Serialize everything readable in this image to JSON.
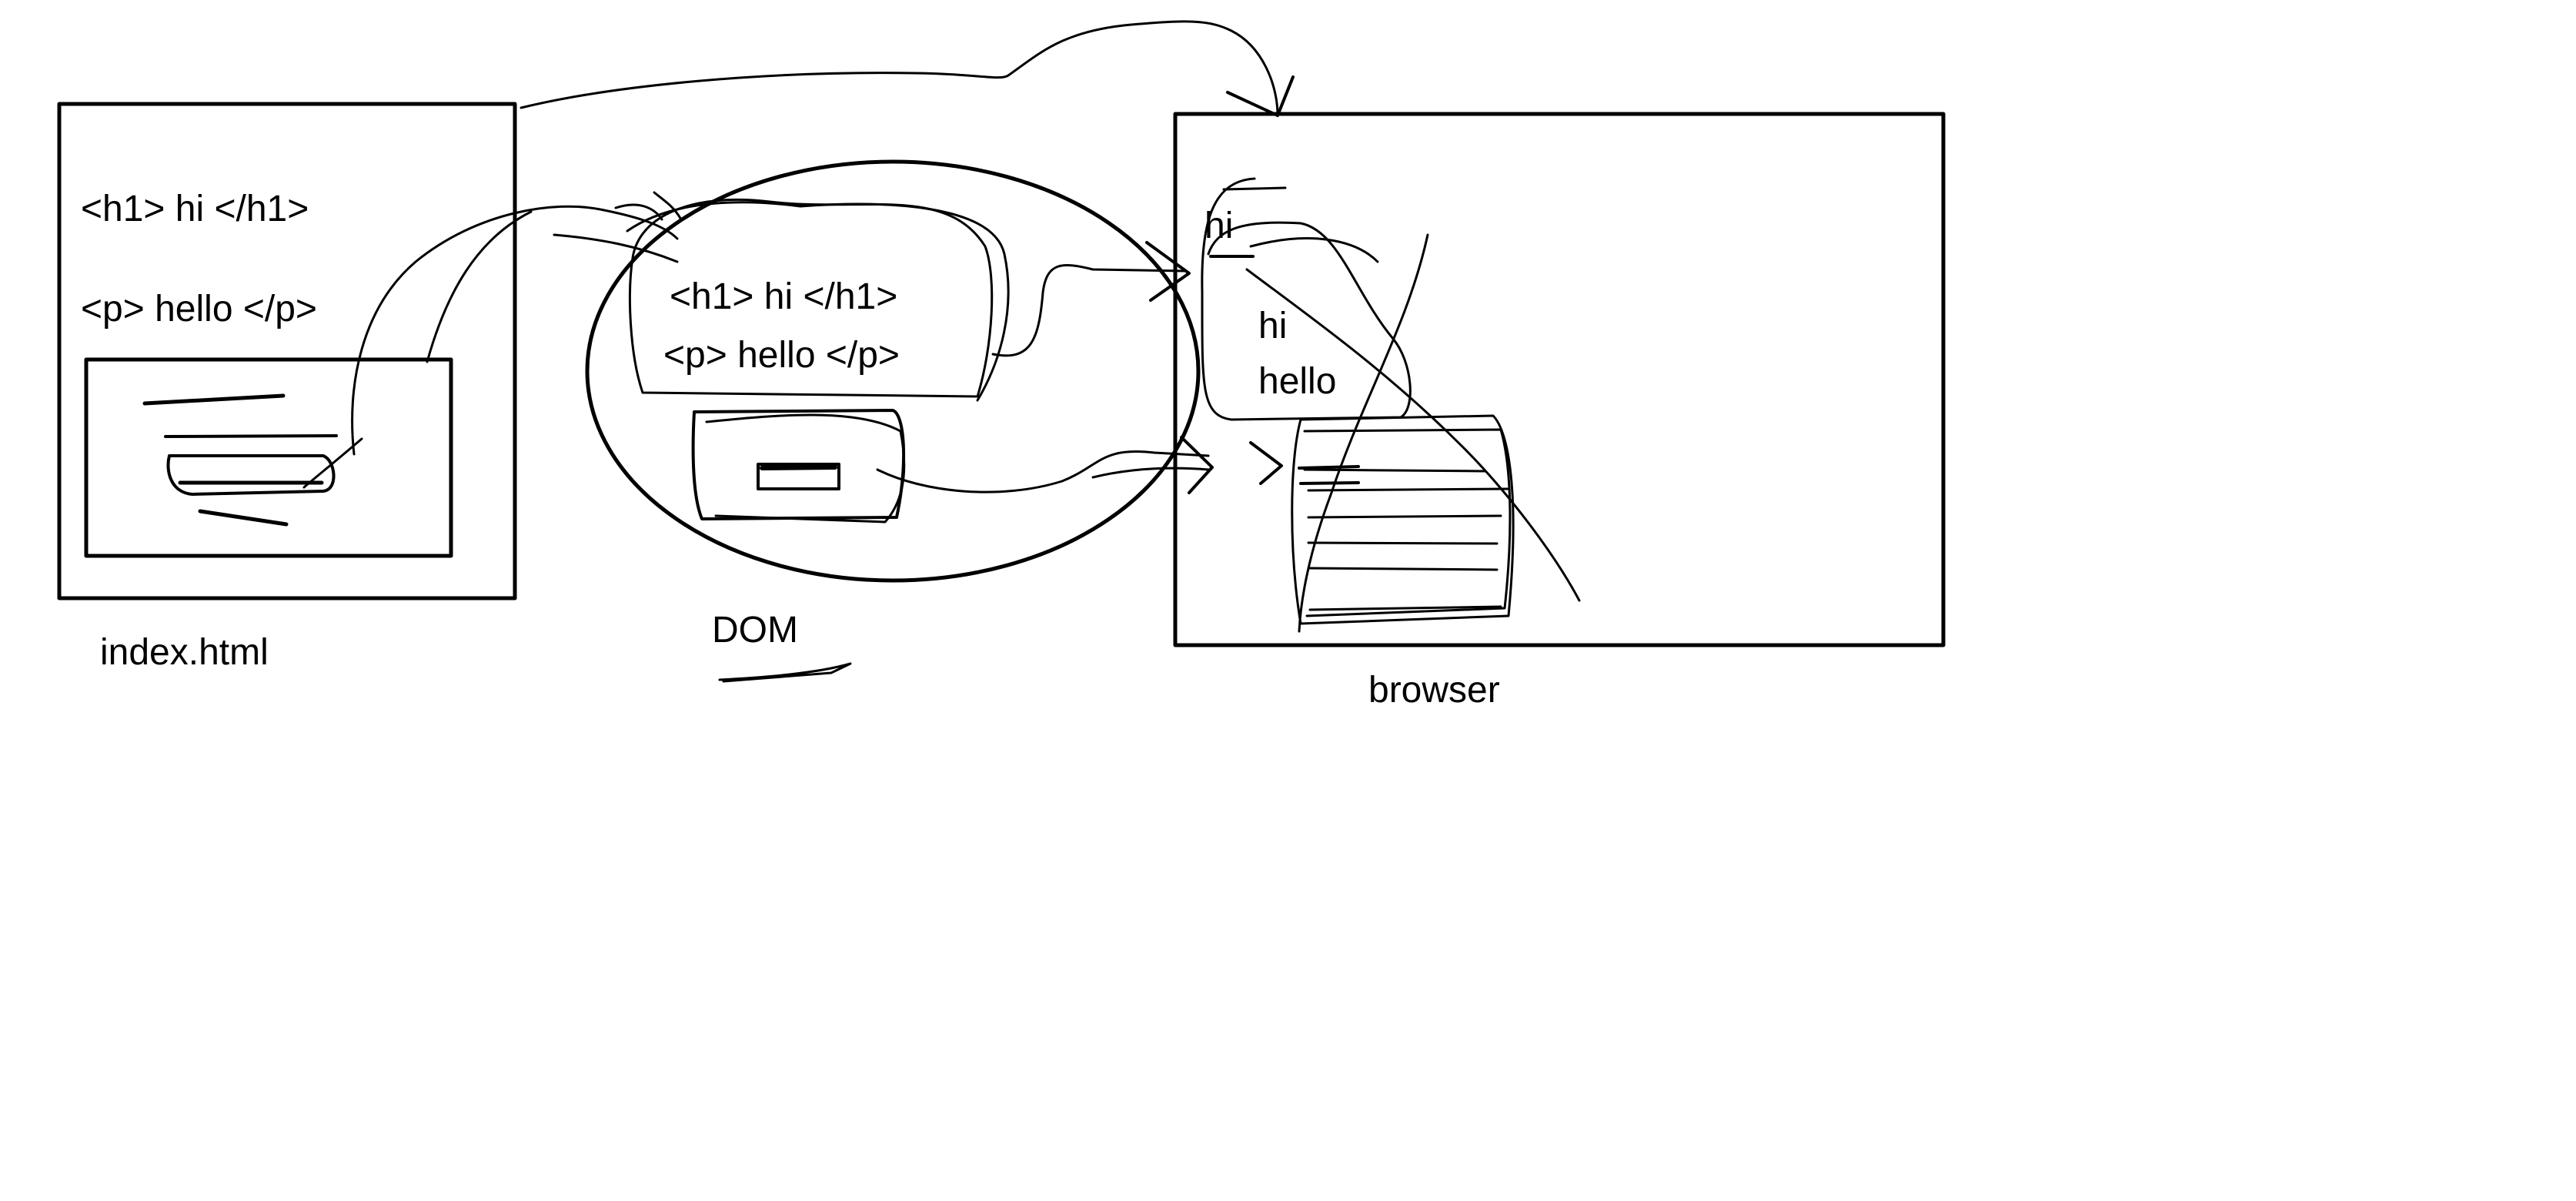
{
  "index_file": {
    "h1_code": "<h1> hi </h1>",
    "p_code": "<p> hello </p>",
    "caption": "index.html"
  },
  "dom": {
    "h1_code": "<h1> hi </h1>",
    "p_code": "<p> hello </p>",
    "caption": "DOM"
  },
  "browser": {
    "rendered_h1": "hi",
    "rendered_heading": "hi",
    "rendered_paragraph": "hello",
    "caption": "browser"
  },
  "colors": {
    "ink": "#000000",
    "paper": "#ffffff"
  }
}
